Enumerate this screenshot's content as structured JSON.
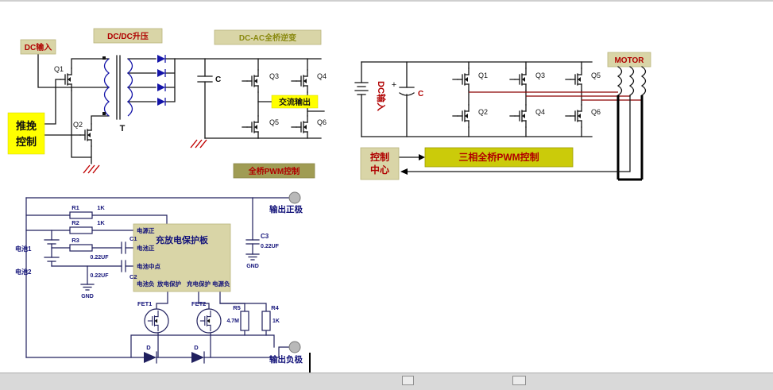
{
  "inverter": {
    "dc_input": "DC输入",
    "boost": "DC/DC升压",
    "bridge": "DC-AC全桥逆变",
    "push_pull_1": "推挽",
    "push_pull_2": "控制",
    "ac_out": "交流输出",
    "pwm": "全桥PWM控制",
    "q1": "Q1",
    "q2": "Q2",
    "q3": "Q3",
    "q4": "Q4",
    "q5": "Q5",
    "q6": "Q6",
    "transformer": "T",
    "cap": "C"
  },
  "motor": {
    "dc_input": "DC输入",
    "plus": "+",
    "cap": "C",
    "q1": "Q1",
    "q2": "Q2",
    "q3": "Q3",
    "q4": "Q4",
    "q5": "Q5",
    "q6": "Q6",
    "motor": "MOTOR",
    "cc_1": "控制",
    "cc_2": "中心",
    "pwm": "三相全桥PWM控制"
  },
  "protection": {
    "out_pos": "输出正极",
    "out_neg": "输出负极",
    "bat1": "电池1",
    "bat2": "电池2",
    "board": "充放电保护板",
    "pin_vcc": "电源正",
    "pin_bpos": "电池正",
    "pin_bmid": "电池中点",
    "pin_bneg": "电池负",
    "pin_dis": "放电保护",
    "pin_chg": "充电保护",
    "pin_vss": "电源负",
    "r1": "R1",
    "r1v": "1K",
    "r2": "R2",
    "r2v": "1K",
    "r3": "R3",
    "c1": "C1",
    "c1v": "0.22UF",
    "c2": "C2",
    "c2v": "0.22UF",
    "c3": "C3",
    "c3v": "0.22UF",
    "gnd1": "GND",
    "gnd2": "GND",
    "fet1": "FET1",
    "fet2": "FET2",
    "r5": "R5",
    "r5v": "4.7M",
    "r4": "R4",
    "r4v": "1K",
    "d1": "D",
    "d2": "D"
  },
  "colors": {
    "label_box_beige": "#d9d5a7",
    "highlight_yellow": "#ffff00",
    "pwm_box_olive": "#a09c54",
    "pwm_box_yellowgreen": "#cbcb0a",
    "red_text": "#b00000",
    "olive_text": "#8a8a10",
    "navy_text": "#14147a",
    "diode_blue": "#1414a8",
    "phase_wire_red": "#8b0000",
    "ground_red": "#c00000"
  }
}
